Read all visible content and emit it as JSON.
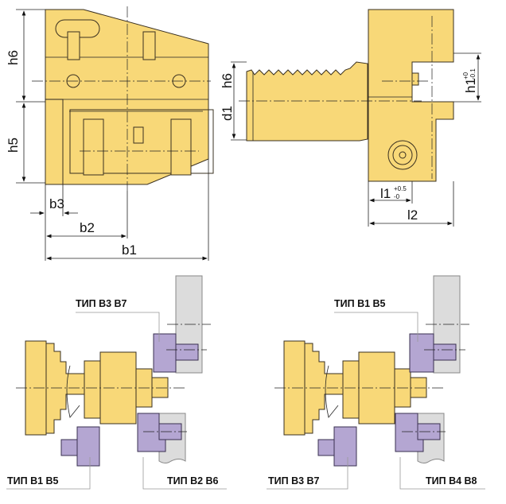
{
  "dimensions": {
    "h6_front": "h6",
    "h5": "h5",
    "b3": "b3",
    "b2": "b2",
    "b1": "b1",
    "h6_side": "h6",
    "d1": "d1",
    "h1": "h1",
    "h1_tol_upper": "+0",
    "h1_tol_lower": "-0.1",
    "l1": "l1",
    "l1_tol_upper": "+0.5",
    "l1_tol_lower": "-0",
    "l2": "l2"
  },
  "left_setup": {
    "top_label": "ТИП B3 B7",
    "bottom_left_label": "ТИП B1 B5",
    "bottom_right_label": "ТИП B2 B6"
  },
  "right_setup": {
    "top_label": "ТИП B1 B5",
    "bottom_left_label": "ТИП B3 B7",
    "bottom_right_label": "ТИП B4 B8"
  },
  "colors": {
    "body": "#F8D878",
    "tool": "#B4A6D2",
    "turret": "#DCDCDC"
  }
}
